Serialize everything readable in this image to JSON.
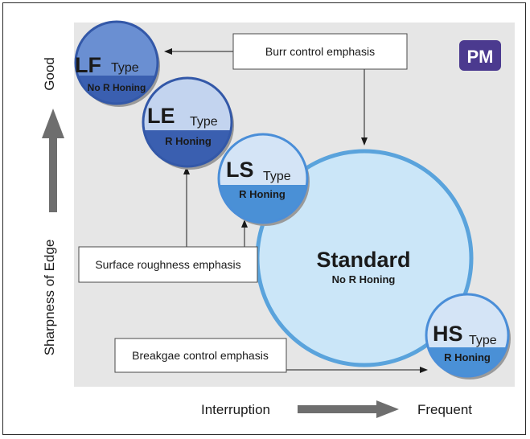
{
  "badge": {
    "label": "PM",
    "color": "#4b3a8f"
  },
  "y_axis": {
    "good_label": "Good",
    "title": "Sharpness of Edge"
  },
  "x_axis": {
    "start_label": "Interruption",
    "end_label": "Frequent"
  },
  "callouts": {
    "burr": "Burr control emphasis",
    "surface": "Surface roughness emphasis",
    "breakage": "Breakgae control emphasis"
  },
  "types": {
    "lf": {
      "code": "LF",
      "suffix": "Type",
      "honing": "No R Honing"
    },
    "le": {
      "code": "LE",
      "suffix": "Type",
      "honing": "R Honing"
    },
    "ls": {
      "code": "LS",
      "suffix": "Type",
      "honing": "R Honing"
    },
    "standard": {
      "name": "Standard",
      "honing": "No R Honing"
    },
    "hs": {
      "code": "HS",
      "suffix": "Type",
      "honing": "R Honing"
    }
  },
  "colors": {
    "panel": "#e6e6e6",
    "dark_blue": "#3a5fb0",
    "mid_blue": "#4a90d6",
    "light_blue": "#cfe3f7",
    "standard_fill": "#cbe6f8",
    "standard_stroke": "#5aa3dc"
  }
}
